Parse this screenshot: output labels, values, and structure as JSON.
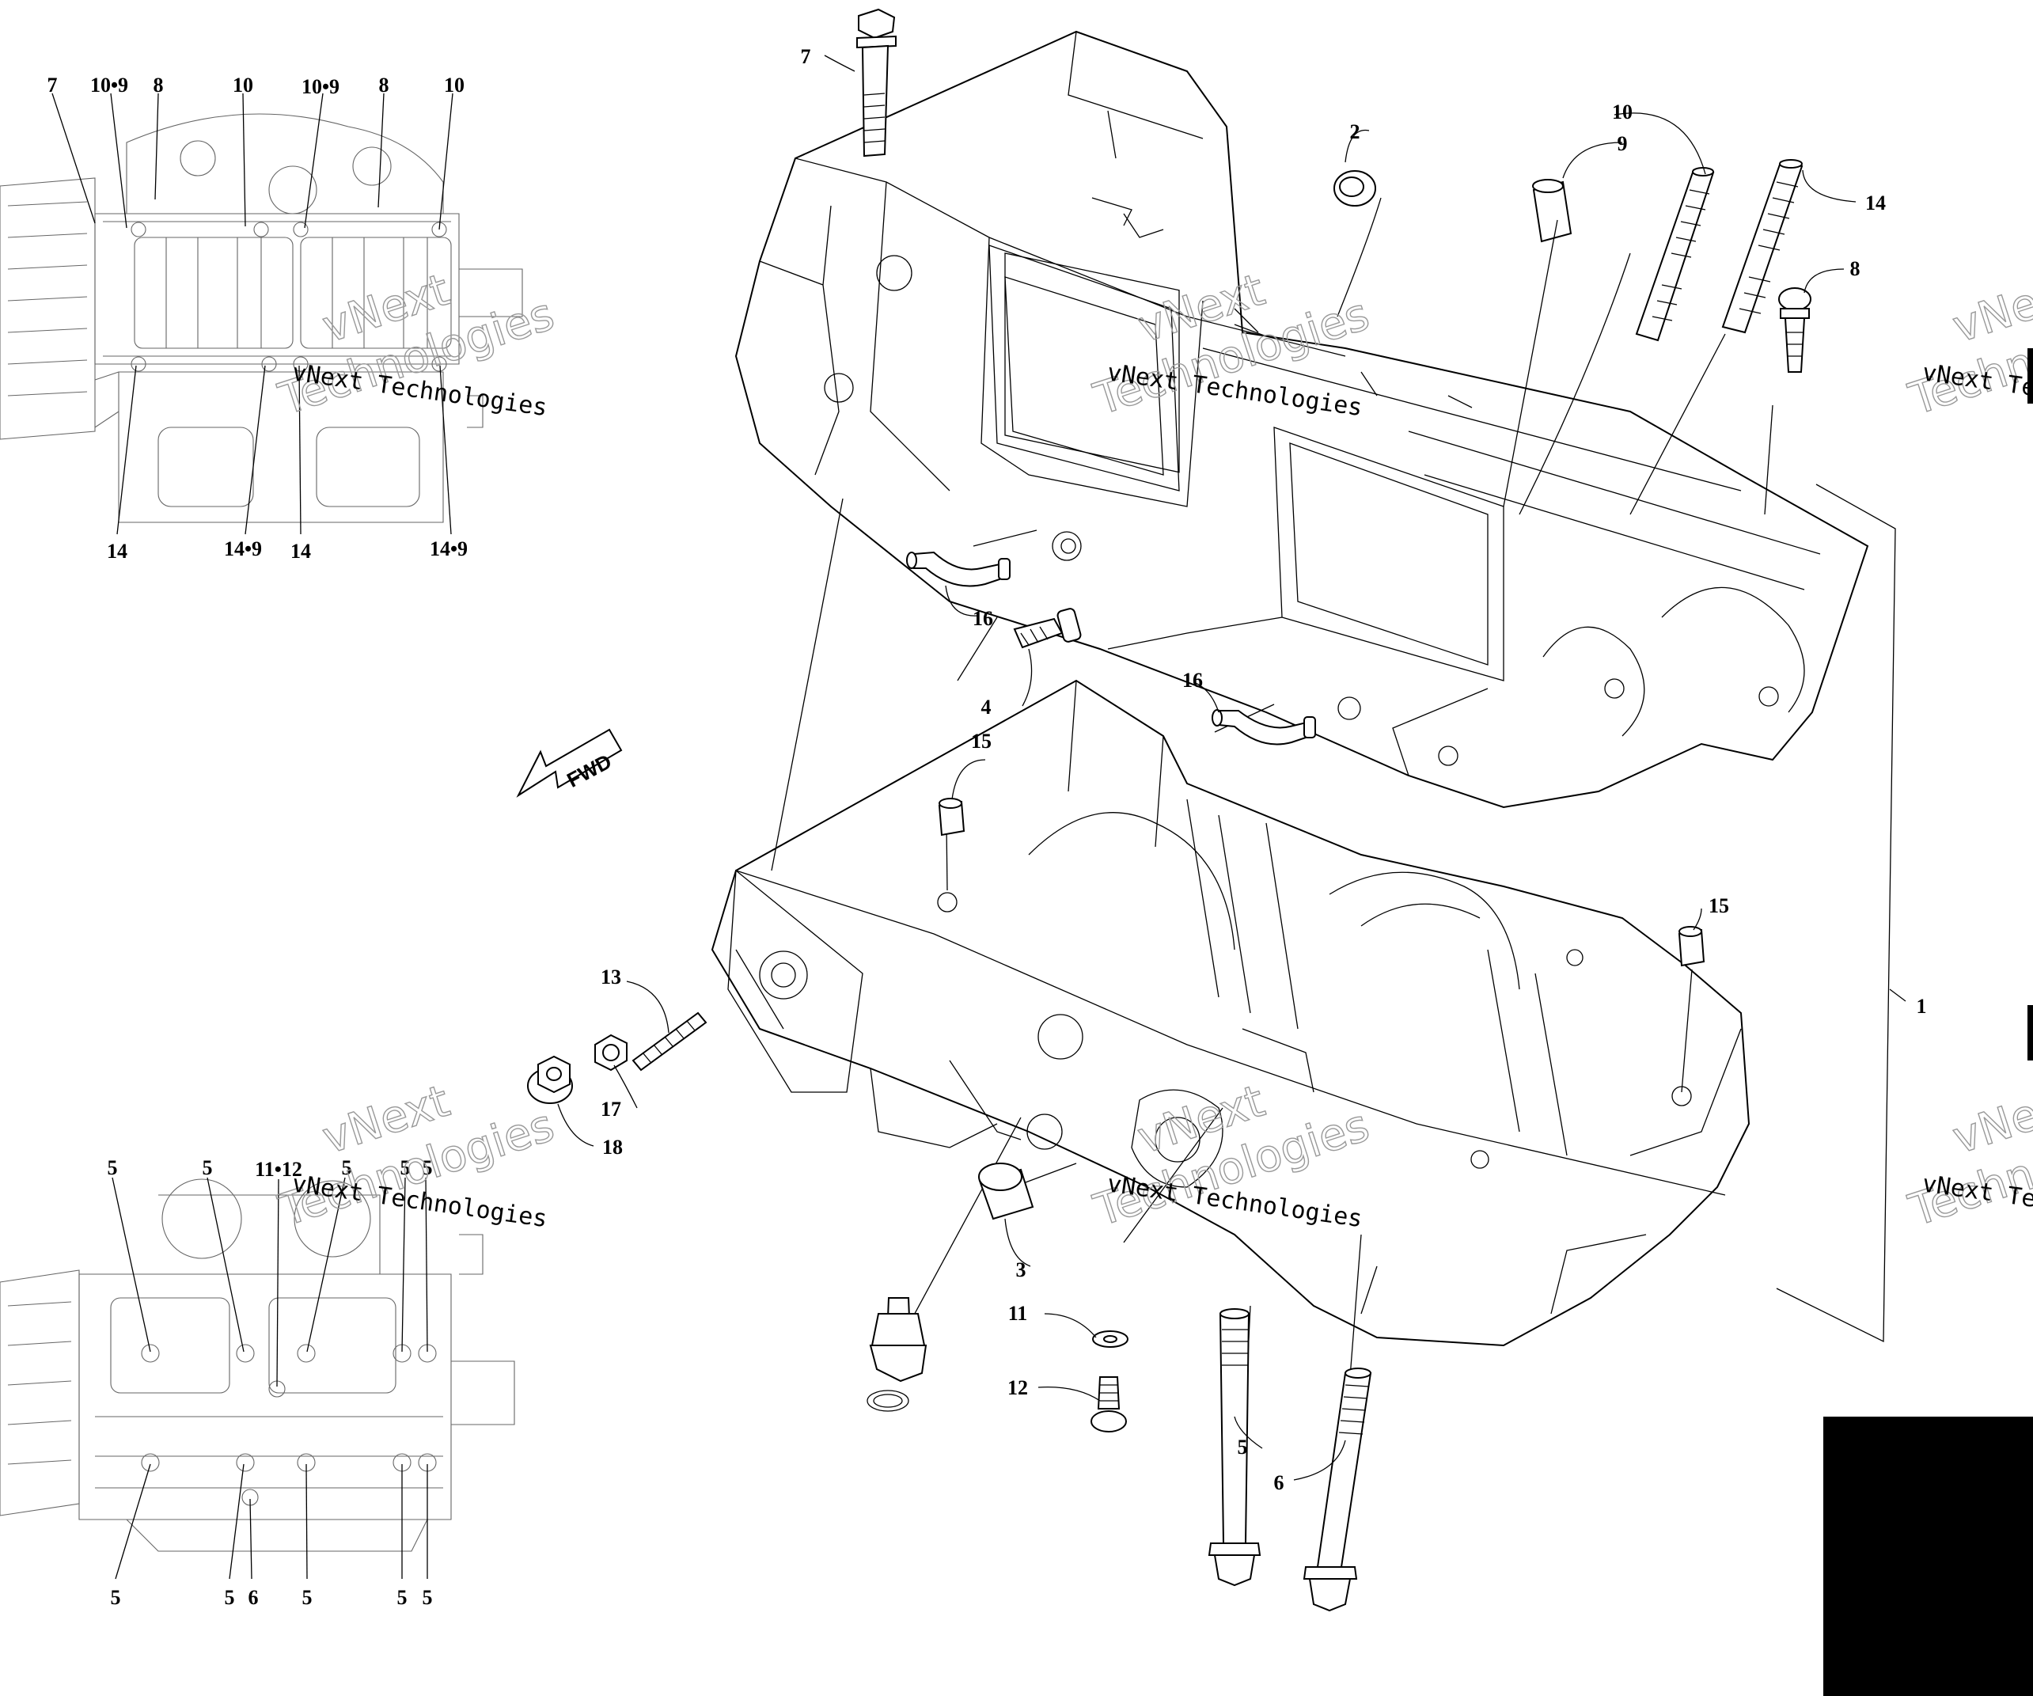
{
  "callouts": {
    "c1": "1",
    "c2": "2",
    "c3": "3",
    "c4": "4",
    "c5a": "5",
    "c6a": "6",
    "c7": "7",
    "c8": "8",
    "c9": "9",
    "c10": "10",
    "c11": "11",
    "c12": "12",
    "c13": "13",
    "c14": "14",
    "c15a": "15",
    "c15b": "15",
    "c16a": "16",
    "c16b": "16",
    "c17": "17",
    "c18": "18"
  },
  "inset_top": {
    "labels_top": [
      "7",
      "10•9",
      "8",
      "10",
      "10•9",
      "8",
      "10"
    ],
    "labels_bottom": [
      "14",
      "14•9",
      "14",
      "14•9"
    ]
  },
  "inset_bottom": {
    "labels_top": [
      "5",
      "5",
      "11•12",
      "5",
      "5",
      "5"
    ],
    "labels_bottom": [
      "5",
      "5",
      "6",
      "5",
      "5",
      "5"
    ]
  },
  "fwd_label": "FWD",
  "watermark": {
    "name": "vNext Technologies",
    "ghost_word_1": "vNext",
    "ghost_word_2": "Technologies",
    "partial_name": "vNext Te",
    "partial_ghost_1": "vNe",
    "partial_ghost_2": "Techno"
  }
}
